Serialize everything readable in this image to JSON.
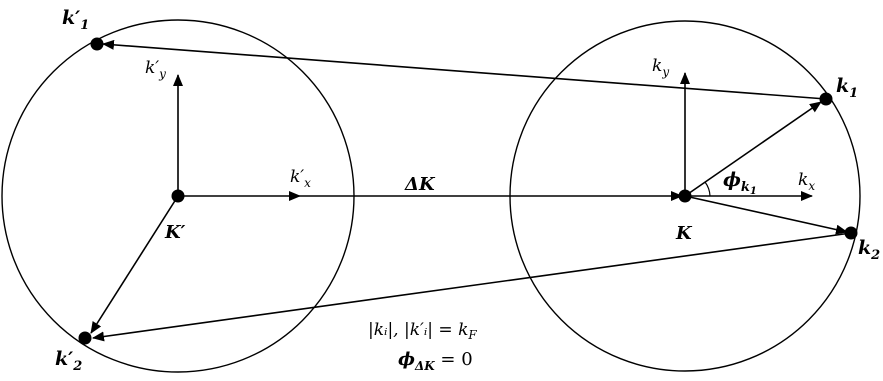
{
  "labels": {
    "k1_prime": "k′",
    "k1_prime_sub": "1",
    "ky_prime": "k′",
    "ky_prime_sub": "y",
    "kx_prime": "k′",
    "kx_prime_sub": "x",
    "K_prime": "K′",
    "k2_prime": "k′",
    "k2_prime_sub": "2",
    "delta_K": "ΔK",
    "ky": "k",
    "ky_sub": "y",
    "kx": "k",
    "kx_sub": "x",
    "k1": "k",
    "k1_sub": "1",
    "K": "K",
    "k2": "k",
    "k2_sub": "2",
    "phi": "ϕ",
    "phi_sub": "k",
    "phi_subsub": "1",
    "eq1": "|kᵢ|, |k′ᵢ| = k",
    "eq1_sub": "F",
    "eq2": "ϕ",
    "eq2_sub": "ΔK",
    "eq2_rhs": " = 0"
  }
}
